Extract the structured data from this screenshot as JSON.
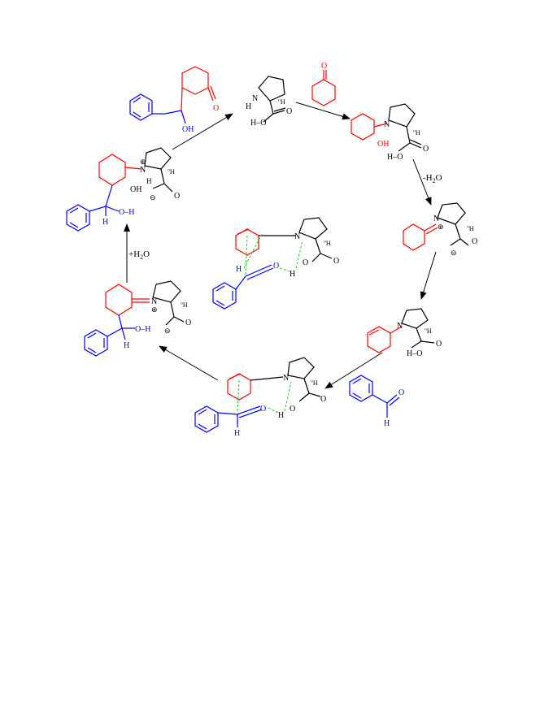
{
  "colors": {
    "catalyst": "#000000",
    "ketone": "#ff0000",
    "aldehyde": "#0000ff",
    "hbond": "#22cc22",
    "arrow": "#000000"
  },
  "labels": {
    "h": "H",
    "oh": "OH",
    "n": "N",
    "o": "O",
    "h_o": "H",
    "o_h": "O–H",
    "oh_right": "O–H",
    "h_dash": "H–O",
    "charge_plus": "⊕",
    "charge_minus": "⊖",
    "abs_h": "''H"
  },
  "steps": {
    "minus_water": "-H2O",
    "plus_water": "+H2O"
  },
  "water": {
    "minus_prefix": "-H",
    "plus_prefix": "+H",
    "sub": "2",
    "suffix": "O"
  }
}
